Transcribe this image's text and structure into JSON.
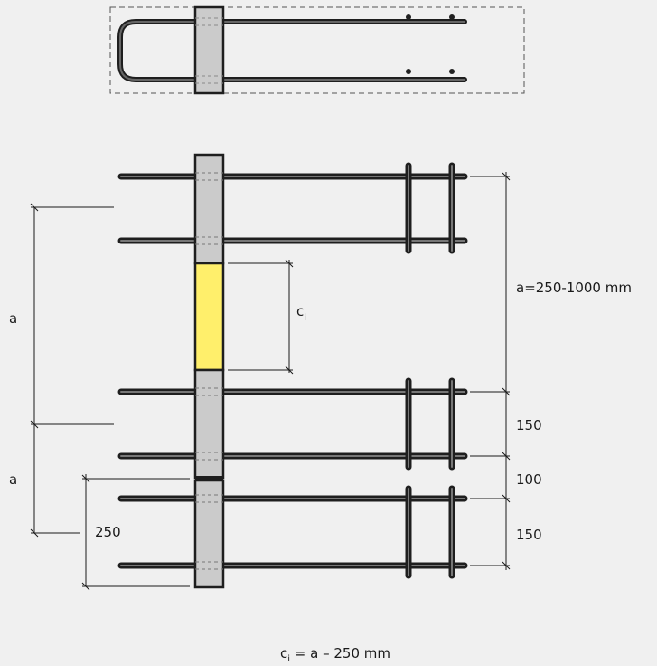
{
  "labels": {
    "a_upper": "a",
    "a_lower": "a",
    "c": "c",
    "c_sub": "i",
    "range": "a=250-1000 mm",
    "d150_top": "150",
    "d100": "100",
    "d150_bottom": "150",
    "d250": "250",
    "formula_c": "c",
    "formula_sub": "i",
    "formula_rest": " = a – 250 mm"
  },
  "colors": {
    "background": "#f0f0f0",
    "bar": "#2a2a2a",
    "block": "#cbcbcb",
    "filler": "#ffef6b",
    "dims": "#1a1a1a"
  }
}
